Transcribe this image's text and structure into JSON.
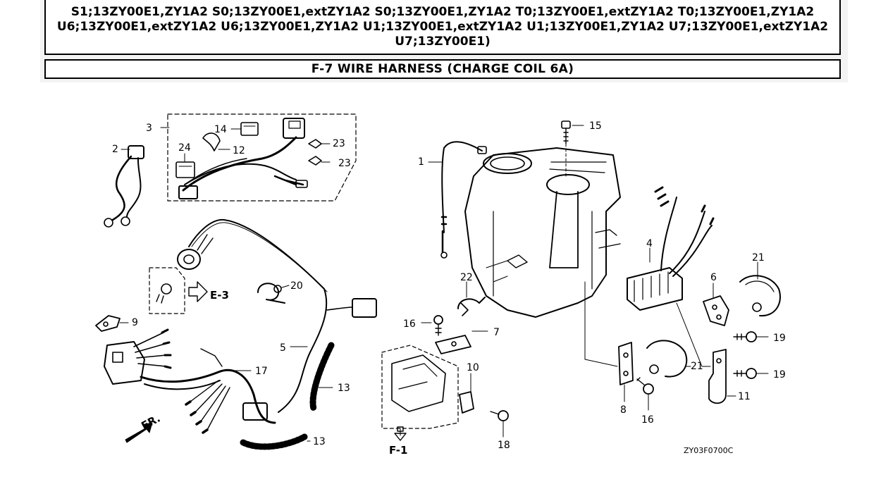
{
  "header": {
    "model_list": "S1;13ZY00E1,ZY1A2 S0;13ZY00E1,extZY1A2 S0;13ZY00E1,ZY1A2 T0;13ZY00E1,extZY1A2 T0;13ZY00E1,ZY1A2 U6;13ZY00E1,extZY1A2 U6;13ZY00E1,ZY1A2 U1;13ZY00E1,extZY1A2 U1;13ZY00E1,ZY1A2 U7;13ZY00E1,extZY1A2 U7;13ZY00E1)",
    "title": "F-7 WIRE HARNESS (CHARGE COIL 6A)"
  },
  "diagram": {
    "callouts": {
      "c1": "1",
      "c2": "2",
      "c3": "3",
      "c4": "4",
      "c5": "5",
      "c6": "6",
      "c7": "7",
      "c8": "8",
      "c9": "9",
      "c10": "10",
      "c11": "11",
      "c12": "12",
      "c13a": "13",
      "c13b": "13",
      "c14": "14",
      "c15": "15",
      "c16a": "16",
      "c16b": "16",
      "c17": "17",
      "c18": "18",
      "c19a": "19",
      "c19b": "19",
      "c20": "20",
      "c21a": "21",
      "c21b": "21",
      "c22": "22",
      "c23a": "23",
      "c23b": "23",
      "c24": "24"
    },
    "refs": {
      "e3": "E-3",
      "f1": "F-1",
      "fr": "FR."
    },
    "drawing_code": "ZY03F0700C"
  }
}
